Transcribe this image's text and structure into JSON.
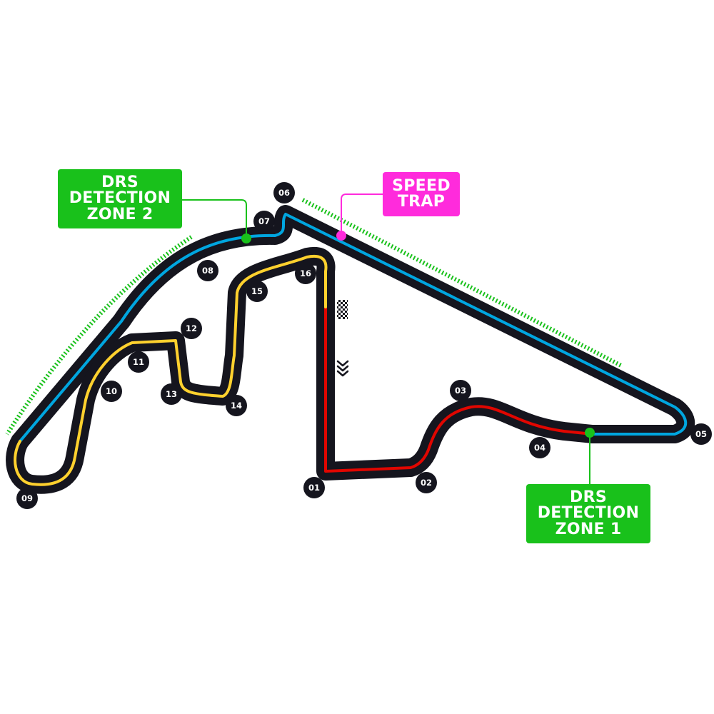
{
  "colors": {
    "track_dark": "#15151e",
    "sector1": "#e10600",
    "sector2": "#00a6e0",
    "sector3": "#ffd12e",
    "drs": "#19c11b",
    "speed_trap": "#ff2bdc",
    "text": "#ffffff"
  },
  "labels": {
    "drs1": [
      "DRS",
      "DETECTION",
      "ZONE 1"
    ],
    "drs2": [
      "DRS",
      "DETECTION",
      "ZONE 2"
    ],
    "speed_trap": [
      "SPEED",
      "TRAP"
    ]
  },
  "corners": [
    "01",
    "02",
    "03",
    "04",
    "05",
    "06",
    "07",
    "08",
    "09",
    "10",
    "11",
    "12",
    "13",
    "14",
    "15",
    "16"
  ],
  "icons": {
    "finish_line": "checkered-flag-icon",
    "direction": "chevron-down-icon"
  }
}
